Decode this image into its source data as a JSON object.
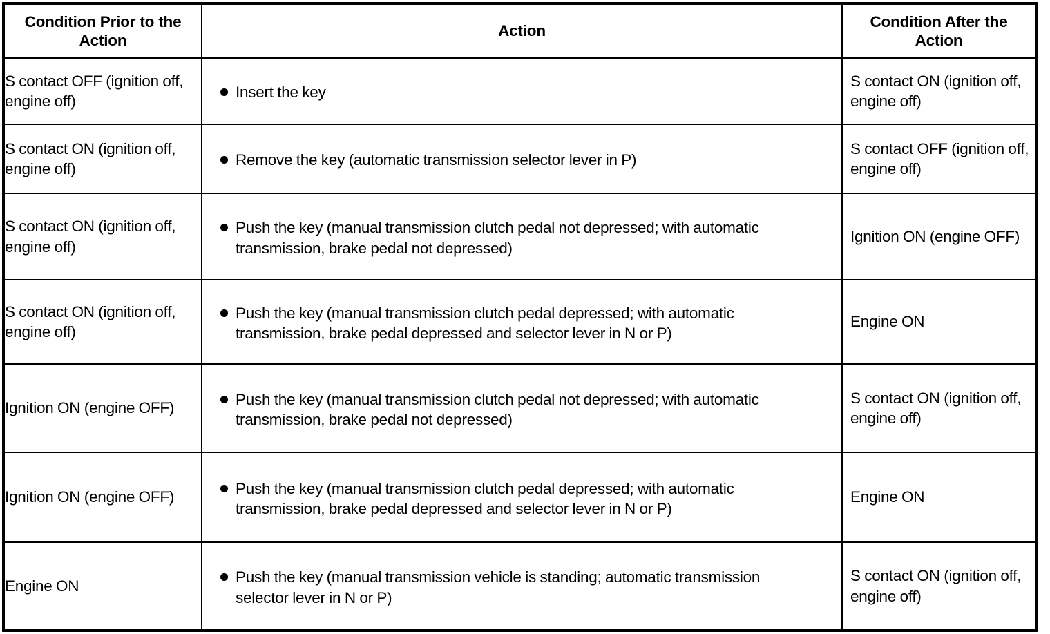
{
  "table": {
    "headers": {
      "prior": "Condition Prior to the Action",
      "action": "Action",
      "after": "Condition After the Action"
    },
    "rows": [
      {
        "prior": "S contact OFF (ignition off, engine off)",
        "action": "Insert the key",
        "after": "S contact ON (ignition off, engine off)"
      },
      {
        "prior": "S contact ON (ignition off, engine off)",
        "action": "Remove the key (automatic transmission selector lever in P)",
        "after": "S contact OFF (ignition off, engine off)"
      },
      {
        "prior": "S contact ON (ignition off, engine off)",
        "action": "Push the key (manual transmission clutch pedal not depressed; with automatic transmission, brake pedal not depressed)",
        "after": "Ignition ON (engine OFF)"
      },
      {
        "prior": "S contact ON (ignition off, engine off)",
        "action": "Push the key (manual transmission clutch pedal depressed; with automatic transmission, brake pedal depressed and selector lever in N or P)",
        "after": "Engine ON"
      },
      {
        "prior": "Ignition ON (engine OFF)",
        "action": "Push the key (manual transmission clutch pedal not depressed; with automatic transmission, brake pedal not depressed)",
        "after": "S contact ON (ignition off, engine off)"
      },
      {
        "prior": "Ignition ON (engine OFF)",
        "action": "Push the key (manual transmission clutch pedal depressed; with automatic transmission, brake pedal depressed and selector lever in N or P)",
        "after": "Engine ON"
      },
      {
        "prior": "Engine ON",
        "action": "Push the key (manual transmission vehicle is standing; automatic transmission selector lever in N or P)",
        "after": "S contact ON (ignition off, engine off)"
      }
    ]
  },
  "colors": {
    "border": "#000000",
    "text": "#000000",
    "background": "#ffffff"
  }
}
